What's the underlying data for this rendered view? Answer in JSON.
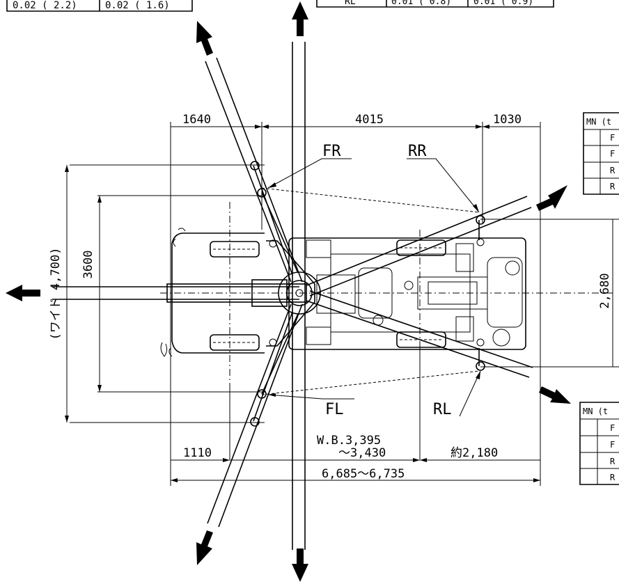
{
  "tables": {
    "top_left_row": {
      "c1": "0.02 ( 2.2)",
      "c2": "0.02 ( 1.6)"
    },
    "top_right_row": {
      "label": "RL",
      "c1": "0.01 ( 0.8)",
      "c2": "0.01 ( 0.9)"
    },
    "right_upper": {
      "header": "MN (t",
      "rows": [
        "F",
        "F",
        "R",
        "R"
      ]
    },
    "right_lower": {
      "header": "MN (t",
      "rows": [
        "F",
        "F",
        "R",
        "R"
      ]
    }
  },
  "dimensions": {
    "top_front": "1640",
    "top_middle": "4015",
    "top_rear": "1030",
    "left_outer": "(ワイド 4,700)",
    "left_inner": "3600",
    "right_width": "2,680",
    "bottom_front": "1110",
    "wheelbase_1": "W.B.3,395",
    "wheelbase_2": "～3,430",
    "bottom_rear": "約2,180",
    "overall": "6,685～6,735"
  },
  "labels": {
    "fr": "FR",
    "rr": "RR",
    "fl": "FL",
    "rl": "RL"
  }
}
